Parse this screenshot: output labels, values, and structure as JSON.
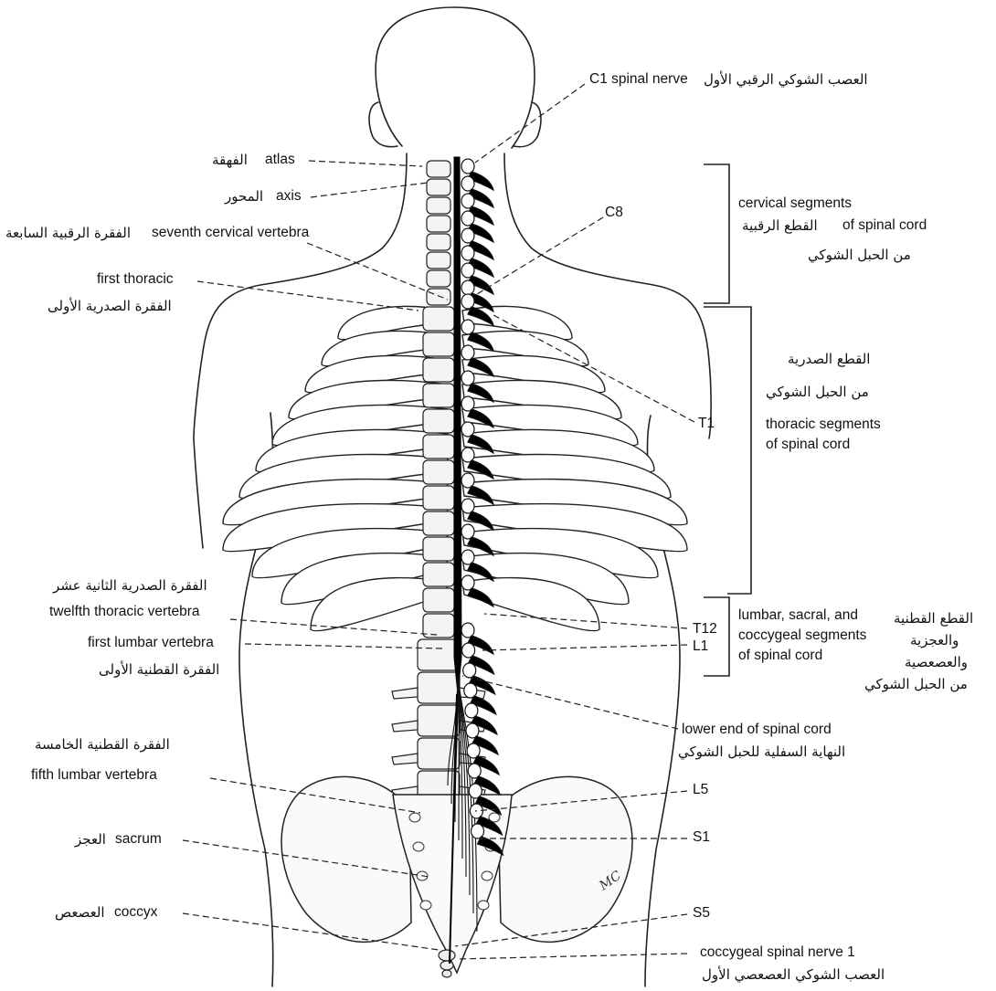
{
  "labels": {
    "c1_nerve": "C1 spinal nerve",
    "c1_nerve_ar": "العصب الشوكي الرقبي الأول",
    "atlas": "atlas",
    "atlas_ar": "الفهقة",
    "axis": "axis",
    "axis_ar": "المحور",
    "seventh_cervical": "seventh cervical vertebra",
    "seventh_cervical_ar": "الفقرة الرقبية السابعة",
    "c8": "C8",
    "first_thoracic": "first thoracic",
    "first_thoracic_ar": "الفقرة الصدرية الأولى",
    "cervical_segments_1": "cervical segments",
    "cervical_segments_2": "of spinal cord",
    "cervical_segments_ar_1": "القطع الرقبية",
    "cervical_segments_ar_2": "من الحبل الشوكي",
    "thoracic_segments_ar_1": "القطع الصدرية",
    "thoracic_segments_ar_2": "من الحبل الشوكي",
    "thoracic_segments_1": "thoracic segments",
    "thoracic_segments_2": "of spinal cord",
    "t1": "T1",
    "twelfth_thoracic_ar": "الفقرة الصدرية الثانية عشر",
    "twelfth_thoracic": "twelfth thoracic vertebra",
    "t12": "T12",
    "first_lumbar": "first lumbar vertebra",
    "first_lumbar_ar": "الفقرة القطنية الأولى",
    "l1": "L1",
    "lumbar_segments_1": "lumbar, sacral, and",
    "lumbar_segments_2": "coccygeal segments",
    "lumbar_segments_3": "of spinal cord",
    "lumbar_segments_ar_1": "القطع القطنية",
    "lumbar_segments_ar_2": "والعجزية",
    "lumbar_segments_ar_3": "والعصعصية",
    "lumbar_segments_ar_4": "من الحبل الشوكي",
    "lower_end": "lower end of spinal cord",
    "lower_end_ar": "النهاية السفلية للحبل الشوكي",
    "fifth_lumbar_ar": "الفقرة القطنية الخامسة",
    "fifth_lumbar": "fifth lumbar vertebra",
    "l5": "L5",
    "sacrum": "sacrum",
    "sacrum_ar": "العجز",
    "s1": "S1",
    "coccyx": "coccyx",
    "coccyx_ar": "العصعص",
    "s5": "S5",
    "coccygeal_nerve": "coccygeal spinal nerve 1",
    "coccygeal_nerve_ar": "العصب الشوكي العصعصي الأول",
    "signature": "MC"
  }
}
